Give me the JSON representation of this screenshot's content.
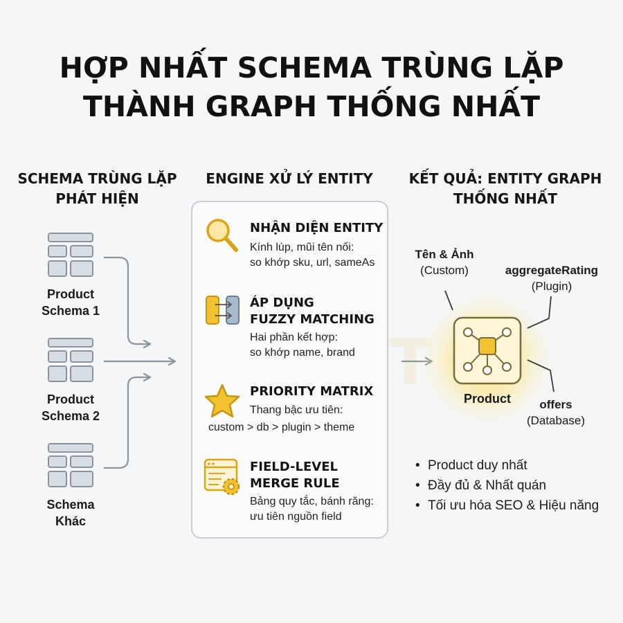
{
  "title": {
    "line1": "HỢP NHẤT SCHEMA TRÙNG LẶP",
    "line2": "THÀNH GRAPH THỐNG NHẤT"
  },
  "columns": {
    "left": {
      "line1": "SCHEMA TRÙNG LẶP",
      "line2": "PHÁT HIỆN"
    },
    "middle": {
      "line1": "ENGINE XỬ LÝ ENTITY"
    },
    "right": {
      "line1": "KẾT QUẢ: ENTITY GRAPH",
      "line2": "THỐNG NHẤT"
    }
  },
  "sources": [
    {
      "line1": "Product",
      "line2": "Schema 1",
      "icon": "document-icon"
    },
    {
      "line1": "Product",
      "line2": "Schema 2",
      "icon": "document-icon"
    },
    {
      "line1": "Schema",
      "line2": "Khác",
      "icon": "document-icon"
    }
  ],
  "engine": {
    "steps": [
      {
        "title1": "NHẬN DIỆN ENTITY",
        "title2": "",
        "desc1": "Kính lúp, mũi tên nối:",
        "desc2": "so khớp sku, url, sameAs",
        "icon": "magnifier-icon"
      },
      {
        "title1": "ÁP DỤNG",
        "title2": "FUZZY MATCHING",
        "desc1": "Hai phần kết hợp:",
        "desc2": "so khớp name, brand",
        "icon": "merge-arrows-icon"
      },
      {
        "title1": "PRIORITY MATRIX",
        "title2": "",
        "desc1": "Thang bậc ưu tiên:",
        "desc2": "custom > db > plugin > theme",
        "icon": "star-icon"
      },
      {
        "title1": "FIELD-LEVEL",
        "title2": "MERGE RULE",
        "desc1": "Bảng quy tắc, bánh răng:",
        "desc2": "ưu tiên nguồn field",
        "icon": "table-gear-icon"
      }
    ]
  },
  "result": {
    "center": "Product",
    "fields": {
      "name_image": {
        "name": "Tên & Ảnh",
        "source": "(Custom)"
      },
      "rating": {
        "name": "aggregateRating",
        "source": "(Plugin)"
      },
      "offers": {
        "name": "offers",
        "source": "(Database)"
      }
    },
    "bullets": [
      "Product duy nhất",
      "Đầy đủ & Nhất quán",
      "Tối ưu hóa SEO & Hiệu năng"
    ]
  },
  "watermark": "LIGHT",
  "colors": {
    "accent": "#f2c230",
    "accent_dark": "#d9a514",
    "doc_fill": "#d7dde4",
    "doc_stroke": "#8a929b",
    "arrow": "#8b939c",
    "glow": "#ffd54a"
  }
}
